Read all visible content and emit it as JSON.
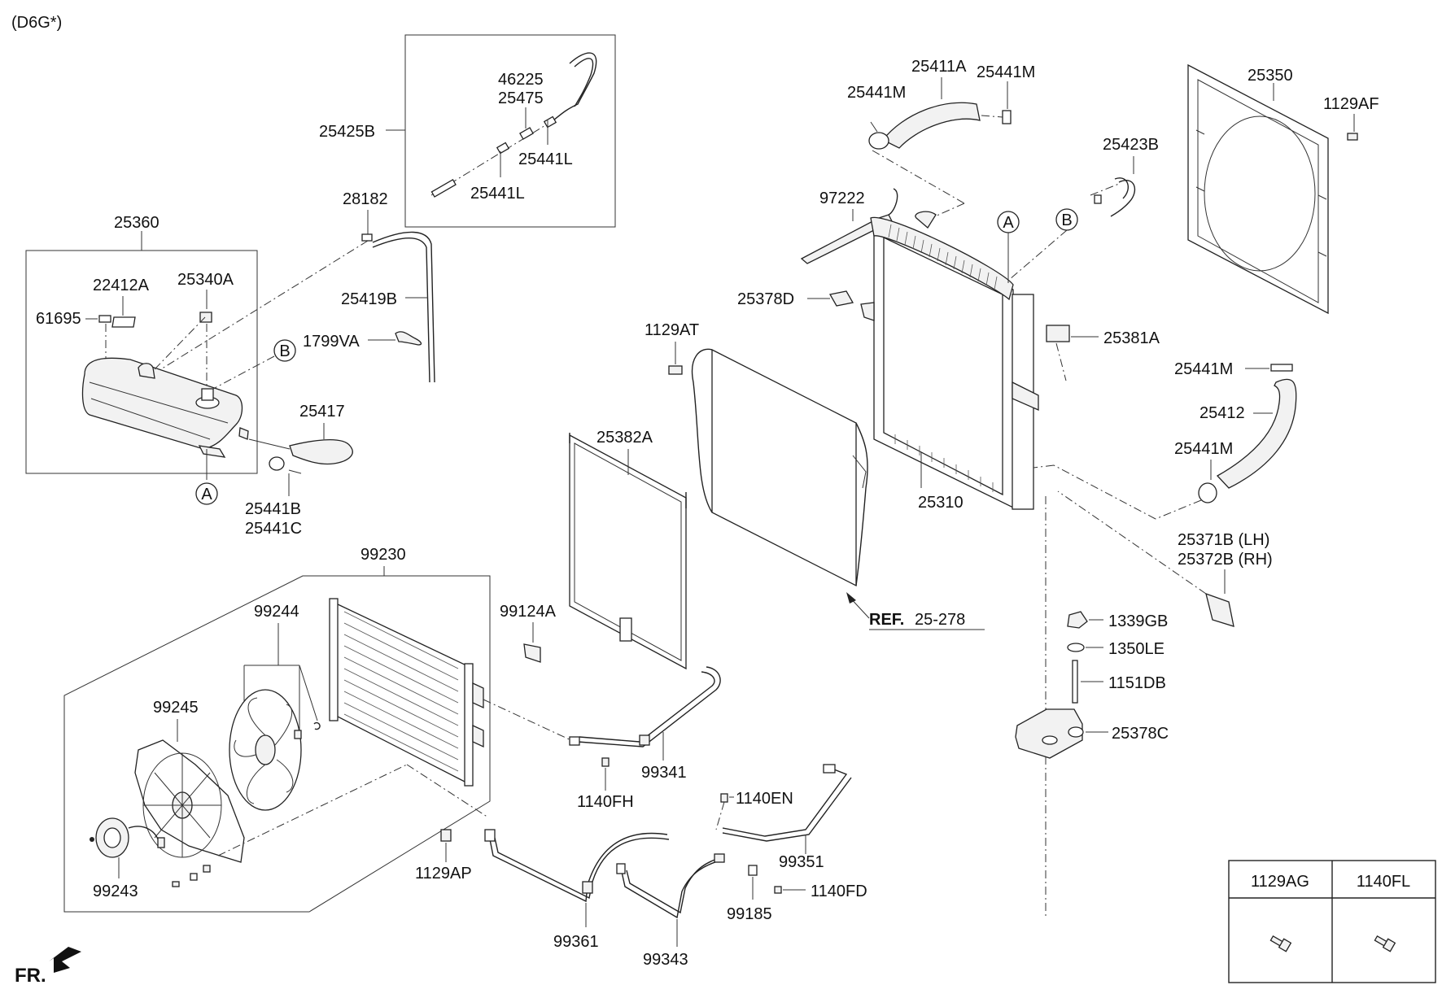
{
  "header": {
    "code": "(D6G*)"
  },
  "labels": {
    "p25425B": "25425B",
    "p46225": "46225",
    "p25475": "25475",
    "p25441L_a": "25441L",
    "p25441L_b": "25441L",
    "p28182": "28182",
    "p25360": "25360",
    "p22412A": "22412A",
    "p25340A": "25340A",
    "p61695": "61695",
    "p25419B": "25419B",
    "p1799VA": "1799VA",
    "p25417": "25417",
    "p25441B": "25441B",
    "p25441C": "25441C",
    "p25411A": "25411A",
    "p25441M_a": "25441M",
    "p25441M_b": "25441M",
    "p97222": "97222",
    "p25378D": "25378D",
    "p1129AT": "1129AT",
    "p25382A": "25382A",
    "p25310": "25310",
    "p25381A": "25381A",
    "p25423B": "25423B",
    "p25350": "25350",
    "p1129AF": "1129AF",
    "p25441M_c": "25441M",
    "p25412": "25412",
    "p25441M_d": "25441M",
    "p25371B": "25371B (LH)",
    "p25372B": "25372B (RH)",
    "p1339GB": "1339GB",
    "p1350LE": "1350LE",
    "p1151DB": "1151DB",
    "p25378C": "25378C",
    "p99230": "99230",
    "p99244": "99244",
    "p99245": "99245",
    "p99243": "99243",
    "p99124A": "99124A",
    "p99341": "99341",
    "p1140FH": "1140FH",
    "p1129AP": "1129AP",
    "p99361": "99361",
    "p99343": "99343",
    "p1140EN": "1140EN",
    "p99351": "99351",
    "p99185": "99185",
    "p1140FD": "1140FD",
    "ref_bold": "REF.",
    "ref_num": "25-278"
  },
  "callouts": {
    "A": "A",
    "B": "B"
  },
  "fastener_table": {
    "headers": [
      "1129AG",
      "1140FL"
    ]
  },
  "direction": {
    "label": "FR."
  }
}
